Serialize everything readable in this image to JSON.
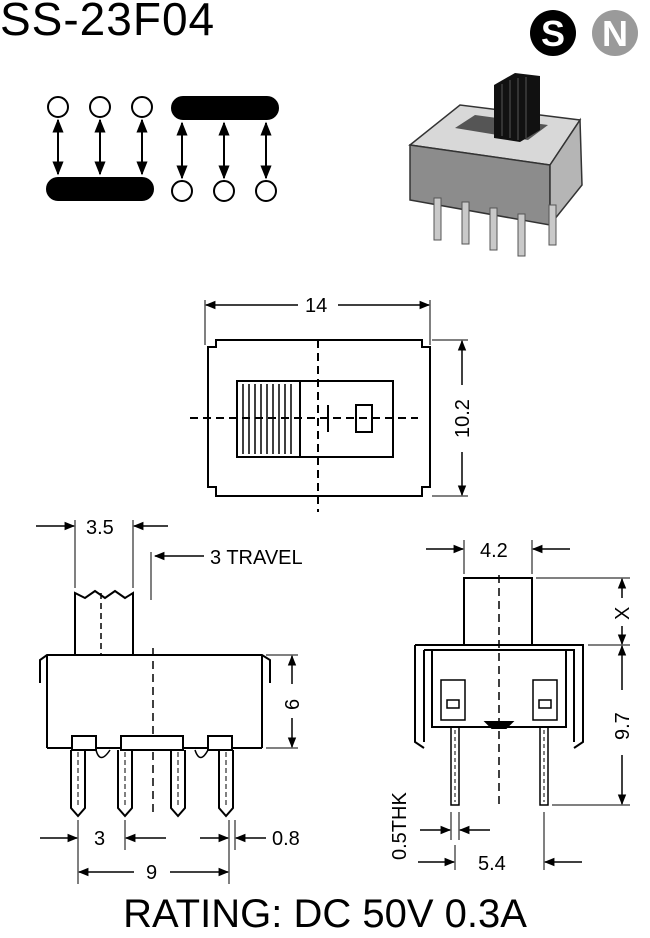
{
  "title": "SS-23F04",
  "rating": "RATING: DC 50V 0.3A",
  "logo": {
    "letters": [
      "S",
      "N"
    ],
    "colors": {
      "s": "#000000",
      "n": "#9a9a9a"
    }
  },
  "dimensions": {
    "top_width": "14",
    "top_height": "10.2",
    "actuator_width": "3.5",
    "travel": "3 TRAVEL",
    "body_height": "6",
    "pin_pitch": "3",
    "pin_width": "0.8",
    "pin_span": "9",
    "side_actuator_width": "4.2",
    "side_x": "X",
    "side_height": "9.7",
    "thickness": "0.5THK",
    "side_pin_span": "5.4"
  }
}
